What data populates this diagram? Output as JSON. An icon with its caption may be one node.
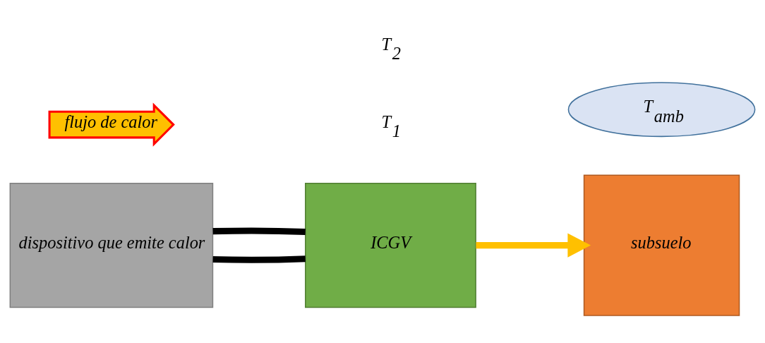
{
  "diagram": {
    "nodes": [
      {
        "text": [
          "dispositivo que emite calor"
        ]
      },
      {
        "text": [
          "ICGV"
        ]
      },
      {
        "text": [
          "subsuelo"
        ]
      },
      {
        "text": [
          "T$_{amb}$"
        ]
      },
      {
        "text": [
          "flujo de calor"
        ]
      }
    ],
    "edges": [
      {
        "from": 0,
        "to": 1,
        "arrow": "none"
      },
      {
        "from": 0,
        "to": 1,
        "arrow": "none"
      },
      {
        "from": 1,
        "to": 2,
        "arrow": "to",
        "color": "#ffc000"
      }
    ],
    "labels": [
      "T$_{1}$",
      "T$_{2}$"
    ]
  }
}
